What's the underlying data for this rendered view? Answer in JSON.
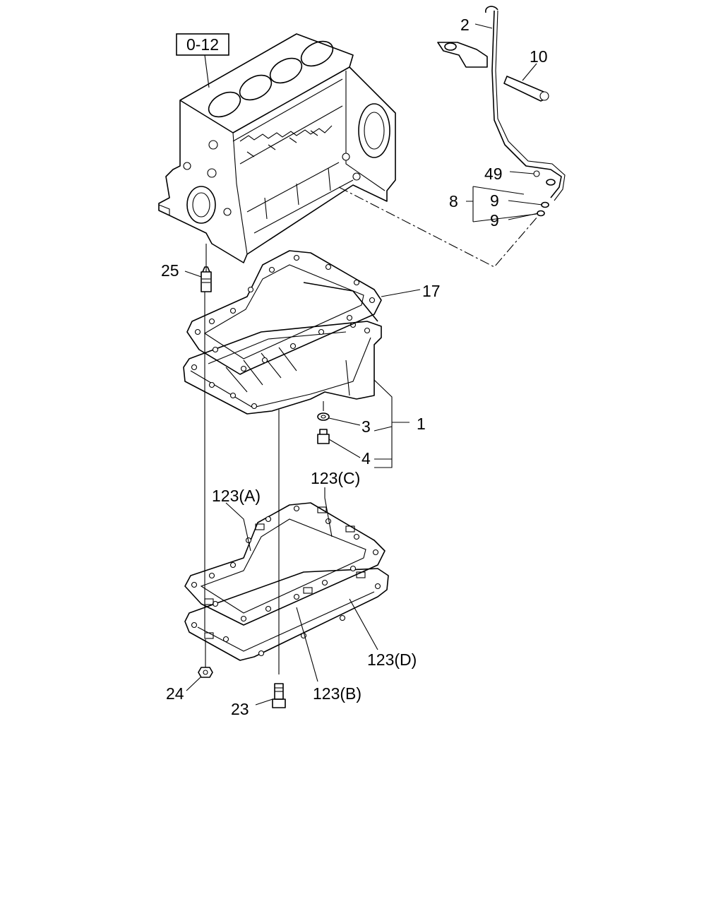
{
  "reference_tag": "0-12",
  "callouts": {
    "c2": "2",
    "c10": "10",
    "c49": "49",
    "c8": "8",
    "c9a": "9",
    "c9b": "9",
    "c25": "25",
    "c17": "17",
    "c1": "1",
    "c3": "3",
    "c4": "4",
    "c123a": "123(A)",
    "c123b": "123(B)",
    "c123c": "123(C)",
    "c123d": "123(D)",
    "c24": "24",
    "c23": "23"
  }
}
